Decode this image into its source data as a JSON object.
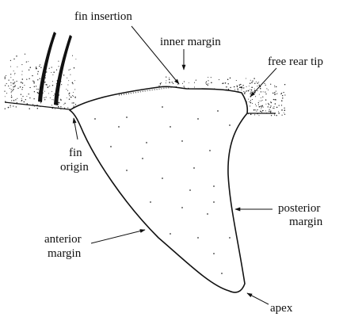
{
  "diagram": {
    "labels": {
      "fin_insertion": "fin insertion",
      "inner_margin": "inner margin",
      "free_rear_tip": "free rear tip",
      "fin_origin_line1": "fin",
      "fin_origin_line2": "origin",
      "posterior_margin_line1": "posterior",
      "posterior_margin_line2": "margin",
      "anterior_margin_line1": "anterior",
      "anterior_margin_line2": "margin",
      "apex": "apex"
    },
    "colors": {
      "ink": "#111111",
      "background": "#ffffff"
    }
  }
}
